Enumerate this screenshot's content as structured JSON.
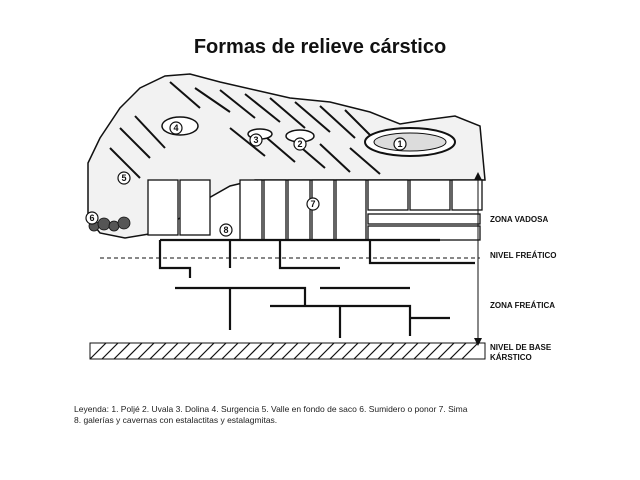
{
  "slide": {
    "title": "Formas de relieve cárstico",
    "legend": {
      "line1": "Leyenda: 1. Poljé    2. Uvala    3. Dolina    4. Surgencia    5. Valle en fondo de saco    6. Sumidero o ponor 7. Sima",
      "line2": "8. galerías y cavernas con estalactitas y estalagmitas."
    }
  },
  "diagram": {
    "zones": {
      "vadosa": "ZONA VADOSA",
      "nivel_freatico": "NIVEL FREÁTICO",
      "freatica": "ZONA FREÁTICA",
      "nivel_base_1": "NIVEL DE BASE",
      "nivel_base_2": "KÁRSTICO"
    },
    "markers": [
      "1",
      "2",
      "3",
      "4",
      "5",
      "6",
      "7",
      "8"
    ]
  }
}
